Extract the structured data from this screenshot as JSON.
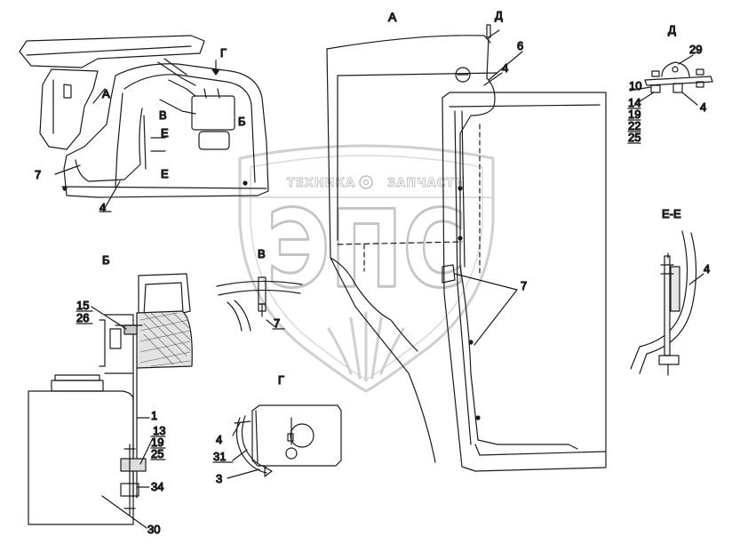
{
  "watermark": {
    "left_word": "ТЕХНИКА",
    "right_word": "ЗАПЧАСТИ",
    "logo": "ЭПС"
  },
  "views": {
    "A_main": "А",
    "A_small": "А",
    "G_arrow": "Г",
    "V_small": "В",
    "B_small": "Б",
    "E_small_1": "Е",
    "E_small_2": "Е",
    "D_top": "Д",
    "D_detail": "Д",
    "B_detail": "Б",
    "V_detail": "В",
    "G_detail": "Г",
    "EE_detail": "Е-Е"
  },
  "callouts": {
    "c6": "6",
    "c4_a": "4",
    "c29": "29",
    "c10": "10",
    "c14": "14",
    "c19_d": "19",
    "c22": "22",
    "c25_d": "25",
    "c4_d": "4",
    "c7_left": "7",
    "c4_left": "4",
    "c7_a": "7",
    "c4_ee": "4",
    "c7_v": "7",
    "c15": "15",
    "c26": "26",
    "c1": "1",
    "c13": "13",
    "c19_b": "19",
    "c25_b": "25",
    "c34": "34",
    "c30": "30",
    "c4_g": "4",
    "c31": "31",
    "c3": "3"
  }
}
